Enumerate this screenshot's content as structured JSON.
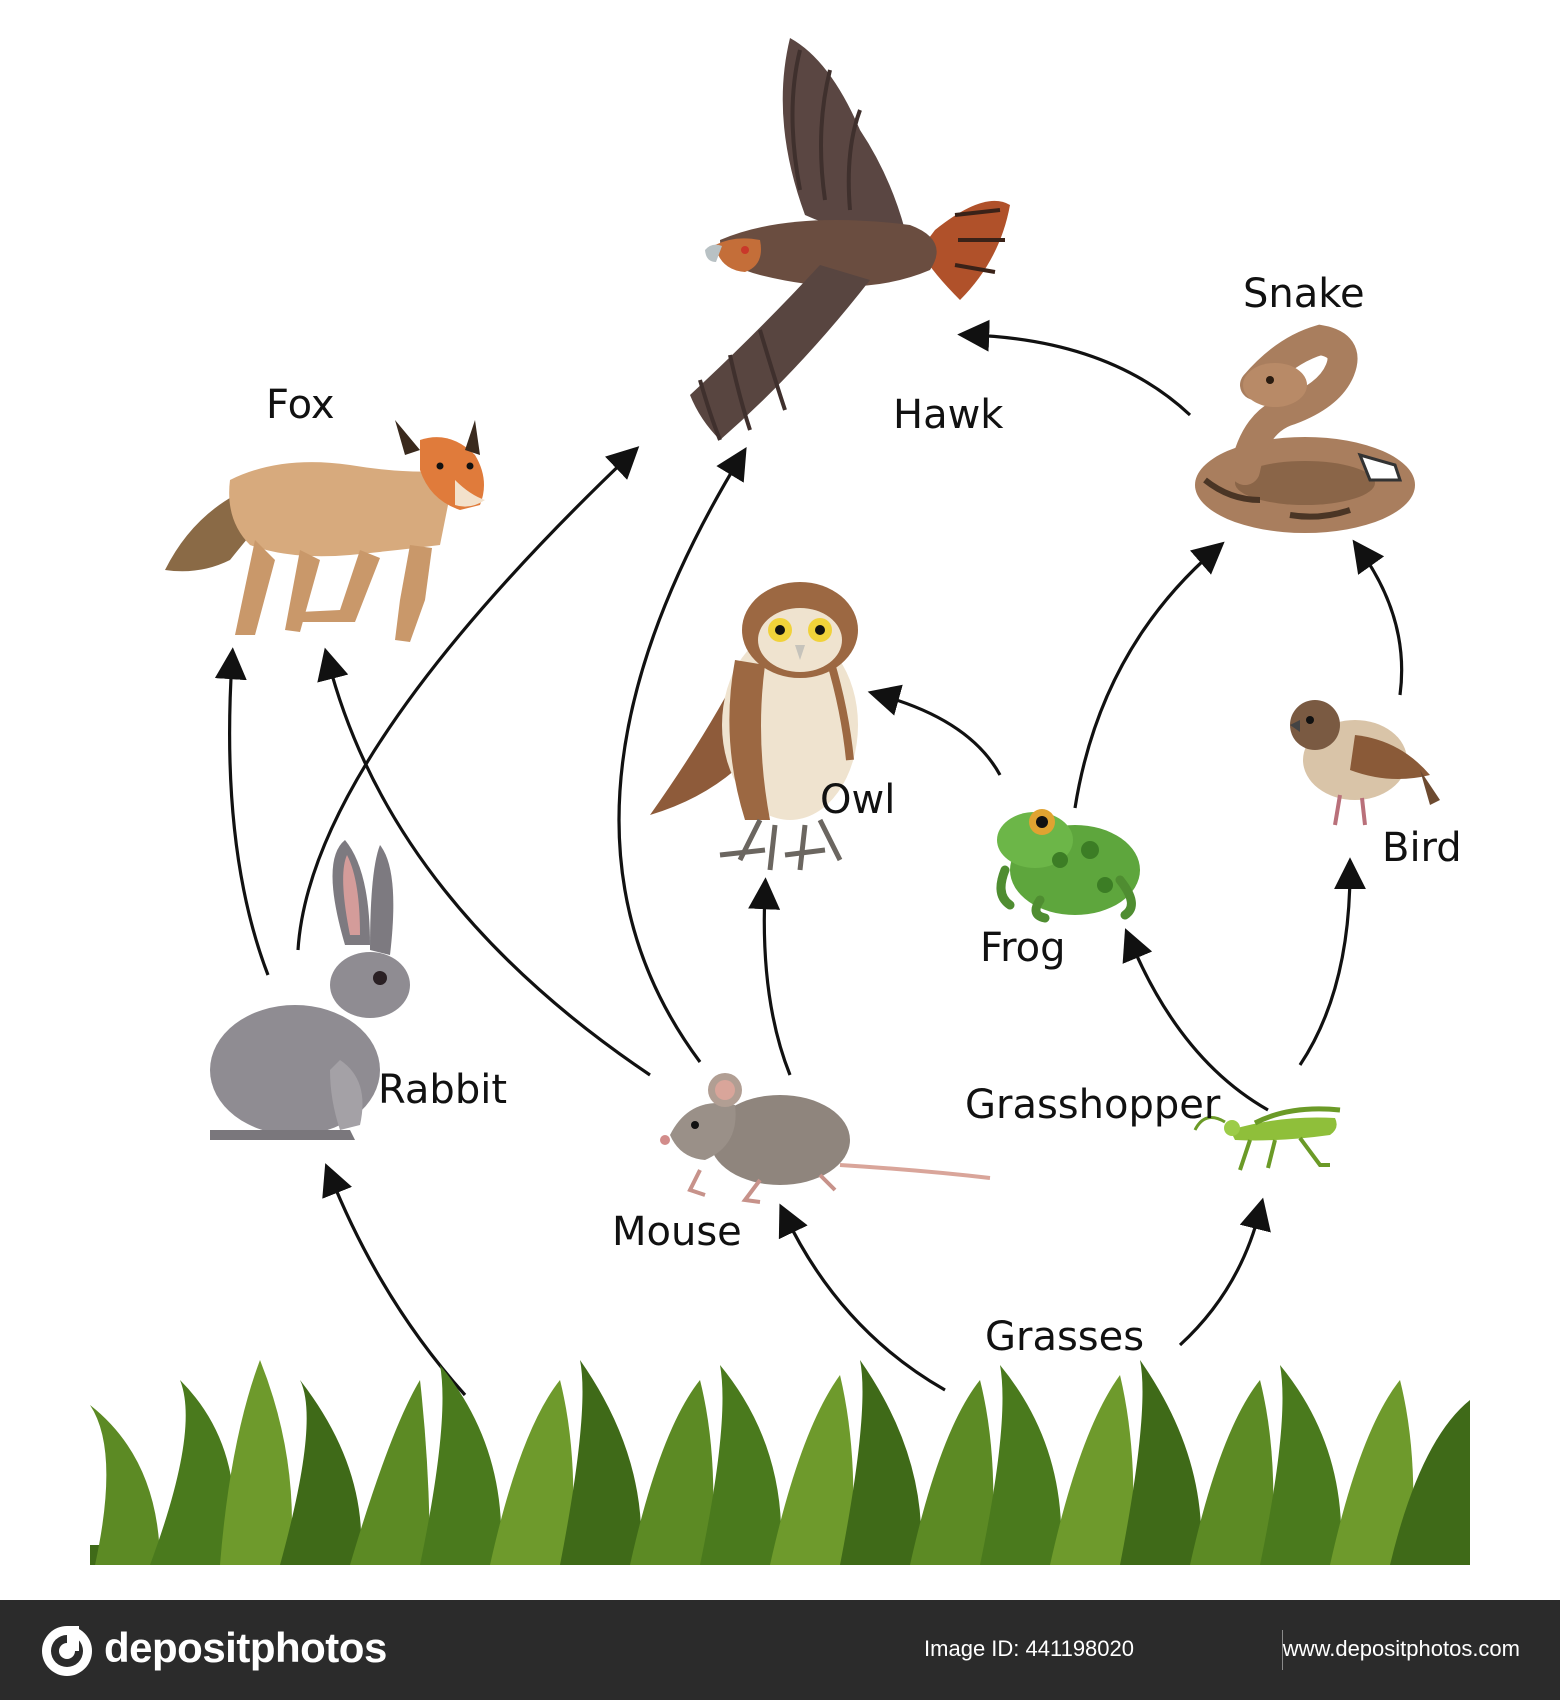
{
  "organisms": {
    "hawk": "Hawk",
    "snake": "Snake",
    "fox": "Fox",
    "owl": "Owl",
    "frog": "Frog",
    "bird": "Bird",
    "rabbit": "Rabbit",
    "grasshopper": "Grasshopper",
    "mouse": "Mouse",
    "grasses": "Grasses"
  },
  "footer": {
    "brand": "depositphotos",
    "image_id": "Image ID: 441198020",
    "site_url": "www.depositphotos.com"
  },
  "colors": {
    "arrow": "#111111",
    "grass_dark": "#3f6a18",
    "grass_light": "#6e9a2c",
    "footer_bg": "#2b2b2b"
  },
  "arrows": [
    {
      "from": "grasses",
      "to": "rabbit"
    },
    {
      "from": "grasses",
      "to": "mouse"
    },
    {
      "from": "grasses",
      "to": "grasshopper"
    },
    {
      "from": "rabbit",
      "to": "fox"
    },
    {
      "from": "rabbit",
      "to": "hawk"
    },
    {
      "from": "mouse",
      "to": "fox"
    },
    {
      "from": "mouse",
      "to": "hawk"
    },
    {
      "from": "mouse",
      "to": "owl"
    },
    {
      "from": "grasshopper",
      "to": "frog"
    },
    {
      "from": "grasshopper",
      "to": "bird"
    },
    {
      "from": "frog",
      "to": "owl"
    },
    {
      "from": "frog",
      "to": "snake"
    },
    {
      "from": "bird",
      "to": "snake"
    },
    {
      "from": "snake",
      "to": "hawk"
    }
  ]
}
